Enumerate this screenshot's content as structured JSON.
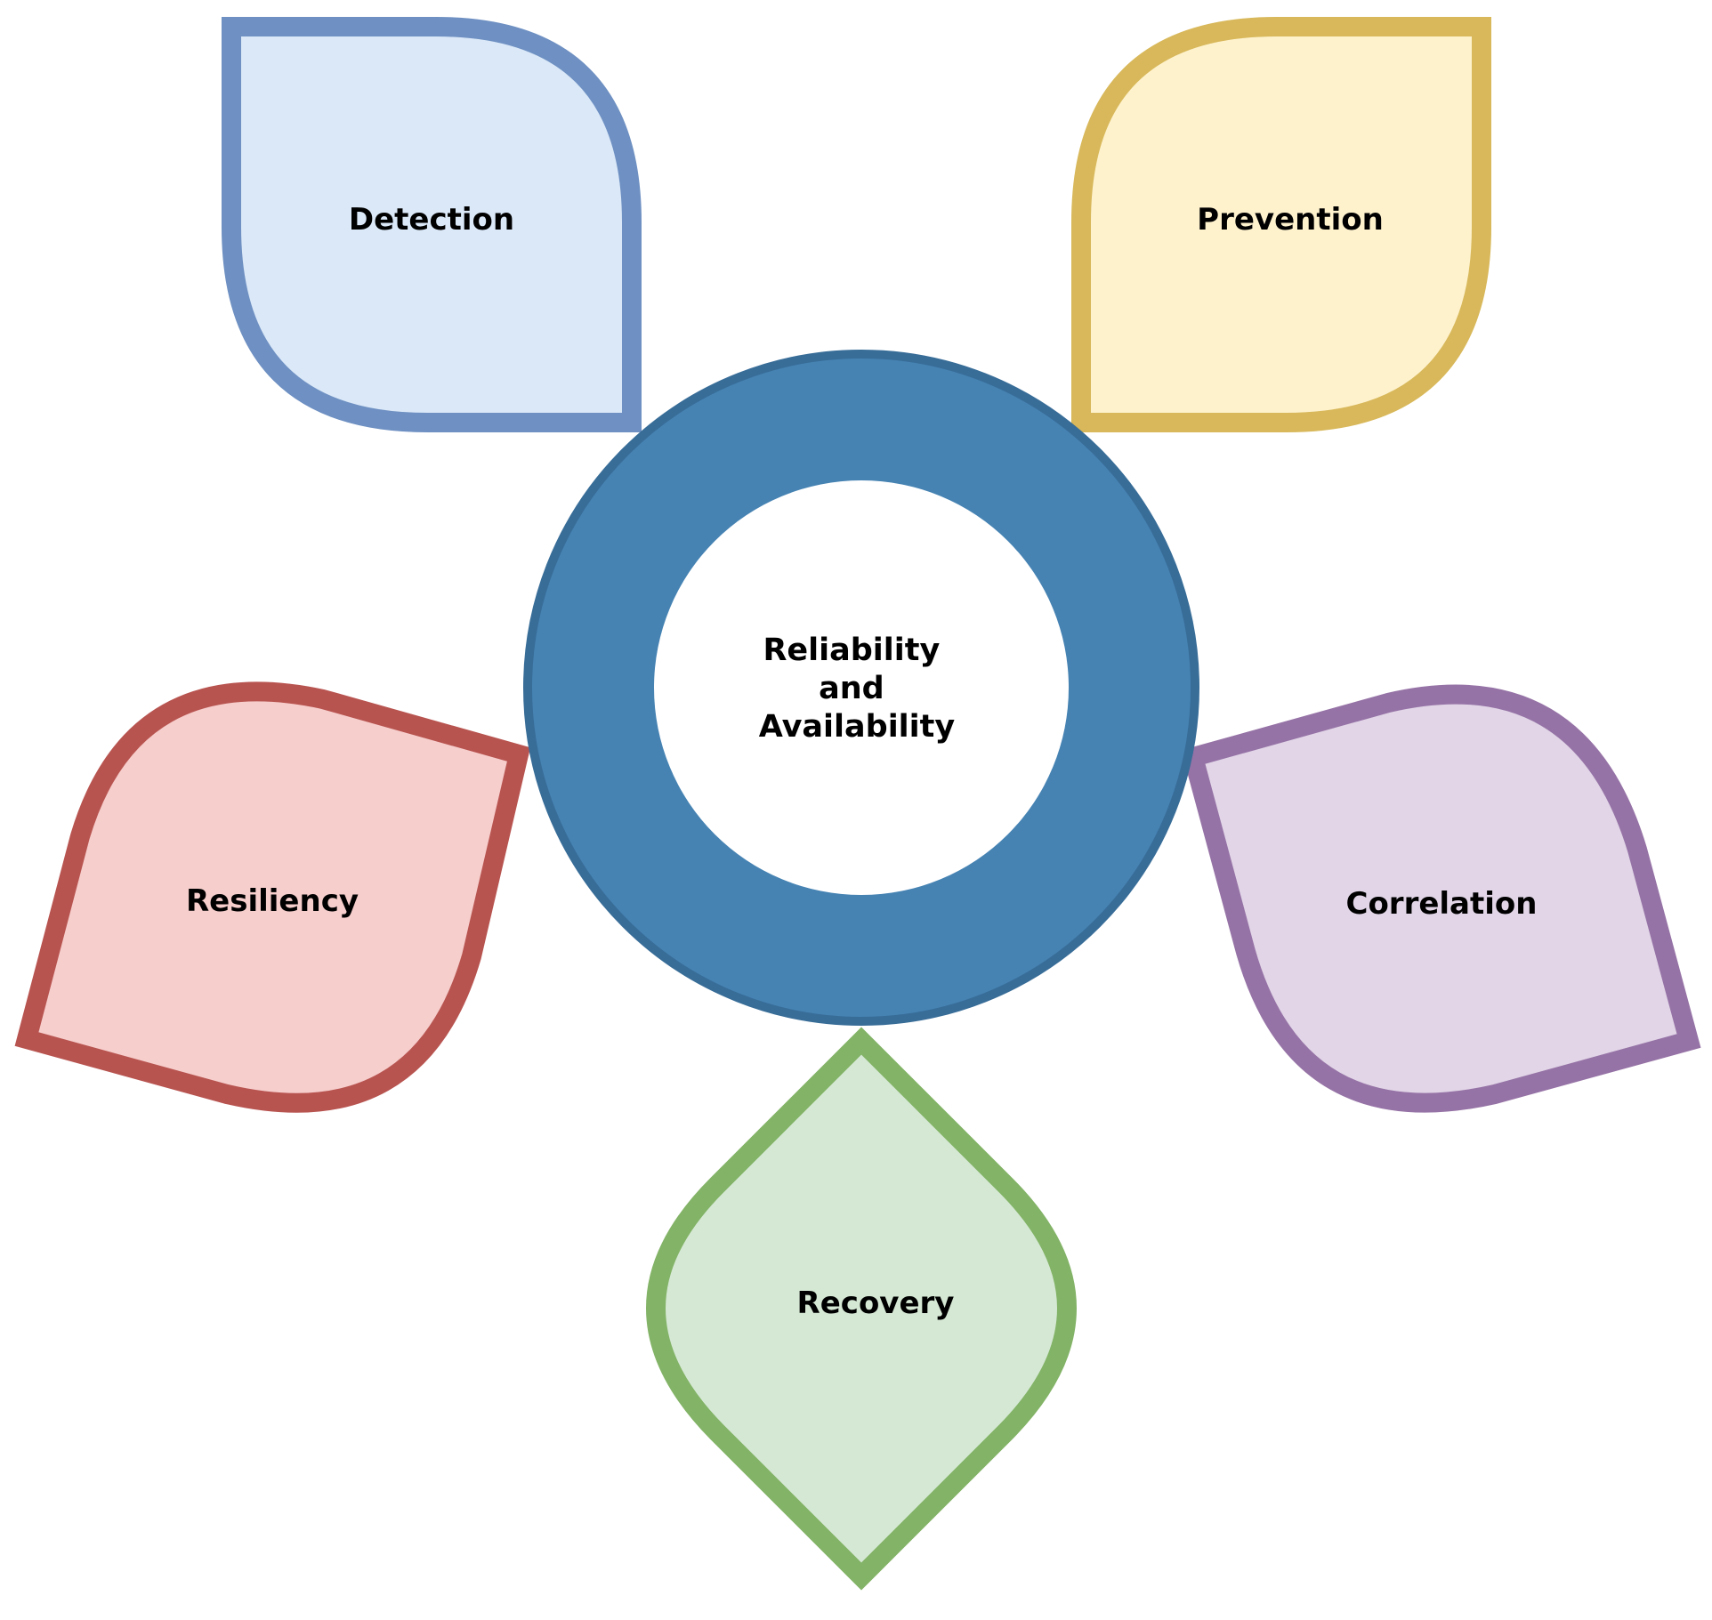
{
  "diagram": {
    "hub": {
      "lines": [
        "Reliability",
        "and",
        "Availability"
      ],
      "ring_fill": "#4683B3",
      "ring_stroke": "#386D98",
      "inner_fill": "#FFFFFF"
    },
    "petals": [
      {
        "id": "detection",
        "label": "Detection",
        "fill": "#DAE8F8",
        "stroke": "#6E90C2"
      },
      {
        "id": "prevention",
        "label": "Prevention",
        "fill": "#FEF2CD",
        "stroke": "#D8B85A"
      },
      {
        "id": "resiliency",
        "label": "Resiliency",
        "fill": "#F6CECC",
        "stroke": "#B85450"
      },
      {
        "id": "correlation",
        "label": "Correlation",
        "fill": "#E1D5E7",
        "stroke": "#9673A6"
      },
      {
        "id": "recovery",
        "label": "Recovery",
        "fill": "#D5E8D4",
        "stroke": "#82B366"
      }
    ]
  }
}
